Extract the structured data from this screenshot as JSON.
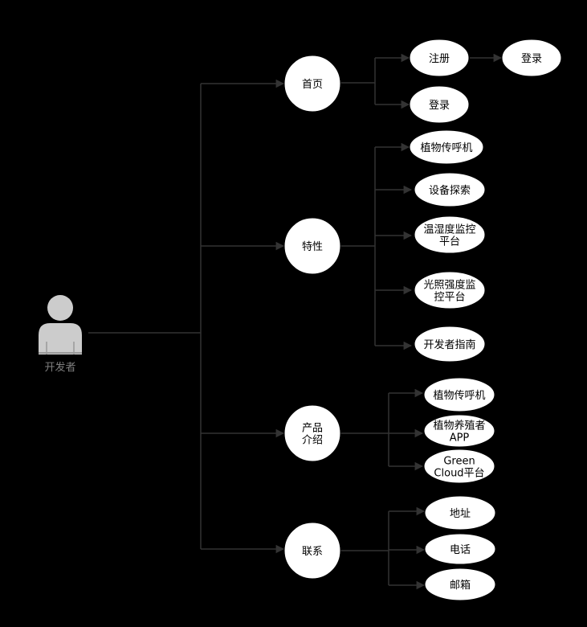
{
  "actor": {
    "label": "开发者",
    "icon": "user-icon"
  },
  "colors": {
    "background": "#000000",
    "node_fill": "#ffffff",
    "edge": "#333333",
    "actor": "#cccccc"
  },
  "nodes": {
    "home": [
      "首页"
    ],
    "register": [
      "注册"
    ],
    "login_a": [
      "登录"
    ],
    "login_b": [
      "登录"
    ],
    "features": [
      "特性"
    ],
    "plant_pager_a": [
      "植物传呼机"
    ],
    "device_explore": [
      "设备探索"
    ],
    "temp_monitor": [
      "温湿度监控",
      "平台"
    ],
    "light_monitor": [
      "光照强度监",
      "控平台"
    ],
    "dev_guide": [
      "开发者指南"
    ],
    "products": [
      "产品",
      "介绍"
    ],
    "plant_pager_b": [
      "植物传呼机"
    ],
    "grower_app": [
      "植物养殖者",
      "APP"
    ],
    "green_cloud": [
      "Green",
      "Cloud平台"
    ],
    "contact": [
      "联系"
    ],
    "address": [
      "地址"
    ],
    "phone": [
      "电话"
    ],
    "email": [
      "邮箱"
    ]
  }
}
